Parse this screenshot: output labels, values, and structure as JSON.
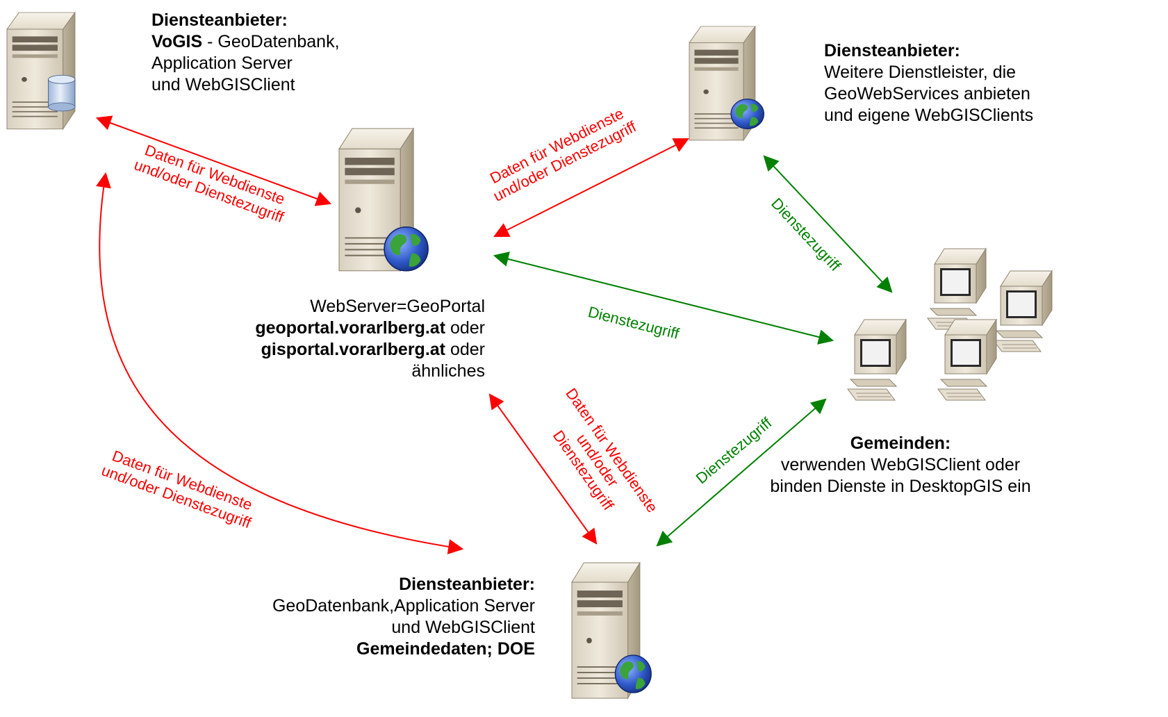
{
  "nodes": {
    "vogis": {
      "heading": "Diensteanbieter:",
      "name": "VoGIS",
      "line1_rest": " - GeoDatenbank,",
      "line2": "Application Server",
      "line3": "und WebGISClient",
      "icon": "database-server-icon"
    },
    "other_providers": {
      "heading": "Diensteanbieter:",
      "line1": "Weitere Dienstleister, die",
      "line2": "GeoWebServices anbieten",
      "line3": "und eigene WebGISClients",
      "icon": "web-server-icon"
    },
    "geoportal": {
      "line1": "WebServer=GeoPortal",
      "domain1": "geoportal.vorarlberg.at",
      "domain2": "gisportal.vorarlberg.at",
      "oder": " oder",
      "line4": "ähnliches",
      "icon": "web-server-icon"
    },
    "communities": {
      "heading": "Gemeinden:",
      "line1": "verwenden WebGISClient oder",
      "line2": "binden Dienste in DesktopGIS ein",
      "icon": "workstations-icon"
    },
    "community_provider": {
      "heading": "Diensteanbieter:",
      "line1": "GeoDatenbank,Application Server",
      "line2": "und WebGISClient",
      "line3": "Gemeindedaten; DOE",
      "icon": "web-server-icon"
    }
  },
  "edges": {
    "vogis_portal": {
      "line1": "Daten für Webdienste",
      "line2": "und/oder Dienstezugriff",
      "color": "#ff0000"
    },
    "portal_providers": {
      "line1": "Daten für Webdienste",
      "line2": "und/oder Dienstezugriff",
      "color": "#ff0000"
    },
    "providers_communities": {
      "line1": "Dienstezugriff",
      "color": "#008000"
    },
    "portal_communities": {
      "line1": "Dienstezugriff",
      "color": "#008000"
    },
    "portal_community_provider": {
      "line1": "Daten für Webdienste",
      "line2": "und/oder",
      "line3": "Dienstezugriff",
      "color": "#ff0000"
    },
    "communities_community_provider": {
      "line1": "Dienstezugriff",
      "color": "#008000"
    },
    "vogis_community_provider": {
      "line1": "Daten für Webdienste",
      "line2": "und/oder Dienstezugriff",
      "color": "#ff0000"
    }
  }
}
